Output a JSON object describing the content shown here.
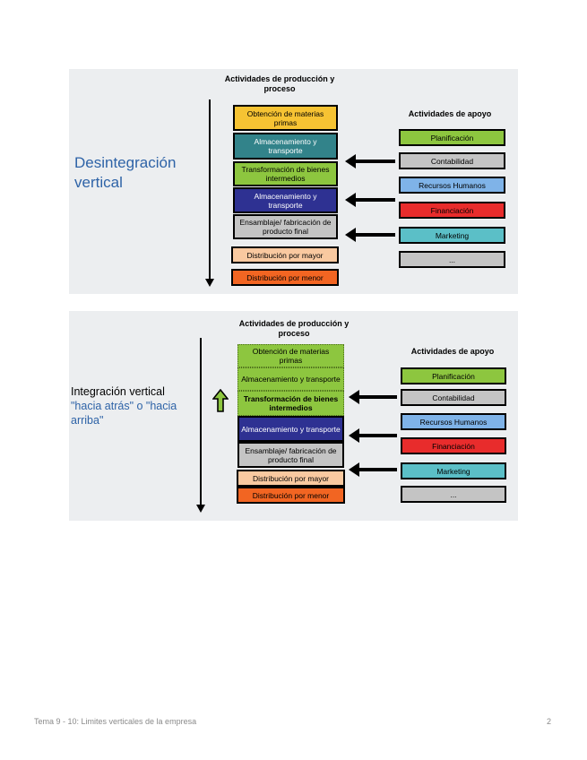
{
  "panel1": {
    "title_line1": "Desintegración",
    "title_line2": "vertical",
    "header_line1": "Actividades de producción y",
    "header_line2": "proceso",
    "support_header": "Actividades de apoyo",
    "chain": [
      "Obtención de materias primas",
      "Almacenamiento y transporte",
      "Transformación de bienes intermedios",
      "Almacenamiento y transporte",
      "Ensamblaje/ fabricación de producto final",
      "Distribución por mayor",
      "Distribución por menor"
    ],
    "support": [
      "Planificación",
      "Contabilidad",
      "Recursos Humanos",
      "Financiación",
      "Marketing",
      "..."
    ]
  },
  "panel2": {
    "title_line1": "Integración vertical",
    "title_line2": "\"hacia atrás\" o \"hacia",
    "title_line3": "arriba\"",
    "header_line1": "Actividades de producción y",
    "header_line2": "proceso",
    "support_header": "Actividades de apoyo",
    "chain": [
      "Obtención de materias primas",
      "Almacenamiento y transporte",
      "Transformación de bienes intermedios",
      "Almacenamiento y transporte",
      "Ensamblaje/ fabricación de producto final",
      "Distribución por mayor",
      "Distribución por menor"
    ],
    "support": [
      "Planificación",
      "Contabilidad",
      "Recursos Humanos",
      "Financiación",
      "Marketing",
      "..."
    ]
  },
  "footer": {
    "left": "Tema 9 - 10: Limites verticales de la empresa",
    "page": "2"
  },
  "colors": {
    "panel_bg": "#eceef0",
    "title_blue": "#2e63a7",
    "yellow": "#f6c333",
    "teal": "#32838a",
    "green": "#8dc63f",
    "navy": "#2e3192",
    "gray": "#c4c4c4",
    "peach": "#f9c9a0",
    "orange": "#f26522",
    "red": "#e82c2c",
    "light_blue": "#7fb3e8",
    "cyan": "#5bbfc7"
  }
}
